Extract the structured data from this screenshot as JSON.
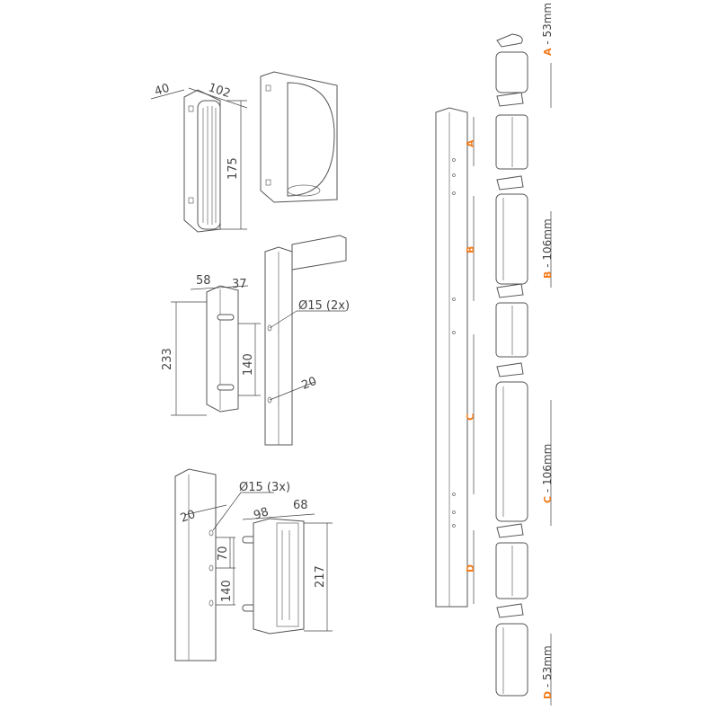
{
  "colors": {
    "accent": "#f07d1e",
    "line": "#555555"
  },
  "handle": {
    "width": "40",
    "depth": "102",
    "height": "175"
  },
  "bracket_2x": {
    "width": "58",
    "depth": "37",
    "height": "233",
    "spacing": "140",
    "hole": "Ø15 (2x)",
    "offset": "20"
  },
  "bracket_3x": {
    "offset": "20",
    "hole": "Ø15 (3x)",
    "width": "98",
    "depth": "68",
    "spacing_small": "70",
    "spacing_large": "140",
    "height": "217"
  },
  "post_labels": [
    "A",
    "B",
    "C",
    "D"
  ],
  "extension_labels": [
    {
      "letter": "A",
      "text": " - 53mm"
    },
    {
      "letter": "B",
      "text": " - 106mm"
    },
    {
      "letter": "C",
      "text": " - 106mm"
    },
    {
      "letter": "D",
      "text": " - 53mm"
    }
  ]
}
